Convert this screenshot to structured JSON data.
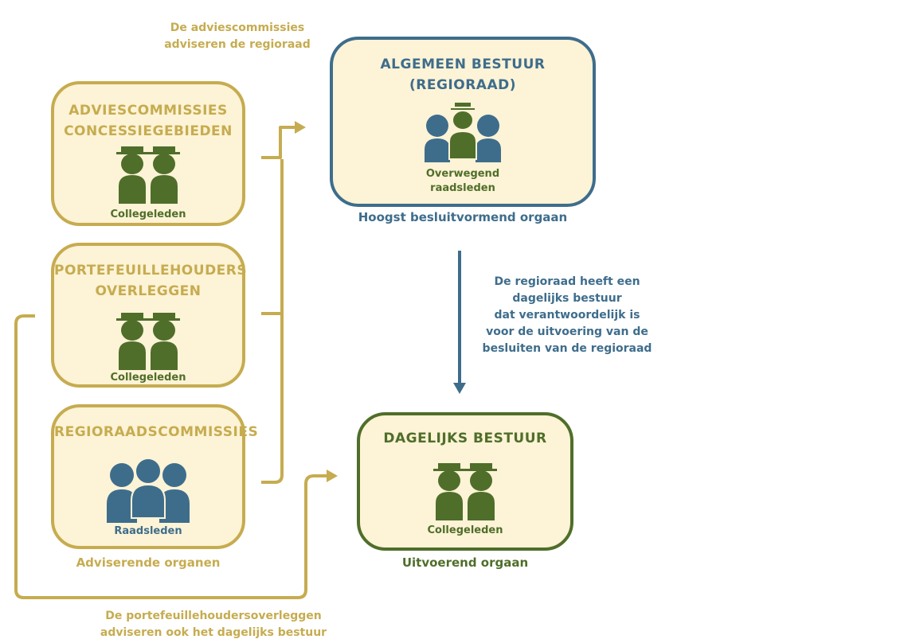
{
  "colors": {
    "gold": "#c6ac50",
    "blue": "#3e6d8c",
    "green": "#4f6e2a",
    "box_fill": "#fdf3d6"
  },
  "advisory_boxes": [
    {
      "title": "Adviescommissies\nconcessiegebieden",
      "people_label": "Collegeleden",
      "icon": "person-with-hat-icon"
    },
    {
      "title": "Portefeuillehouders\noverleggen",
      "people_label": "Collegeleden",
      "icon": "person-with-hat-icon"
    },
    {
      "title": "Regioraadscommissies",
      "people_label": "Raadsleden",
      "icon": "person-icon"
    }
  ],
  "general_board": {
    "title": "Algemeen bestuur\n(regioraad)",
    "people_label": "Overwegend\nraadsleden",
    "caption": "Hoogst besluitvormend orgaan"
  },
  "daily_board": {
    "title": "Dagelijks bestuur",
    "people_label": "Collegeleden",
    "caption": "Uitvoerend orgaan"
  },
  "advisory_caption": "Adviserende organen",
  "notes": {
    "top": "De adviescommissies\nadviseren de regioraad",
    "middle": "De regioraad heeft een\ndagelijks bestuur\ndat verantwoordelijk is\nvoor de uitvoering van de\nbesluiten van de regioraad",
    "bottom": "De portefeuillehoudersoverleggen\nadviseren ook het dagelijks bestuur"
  }
}
